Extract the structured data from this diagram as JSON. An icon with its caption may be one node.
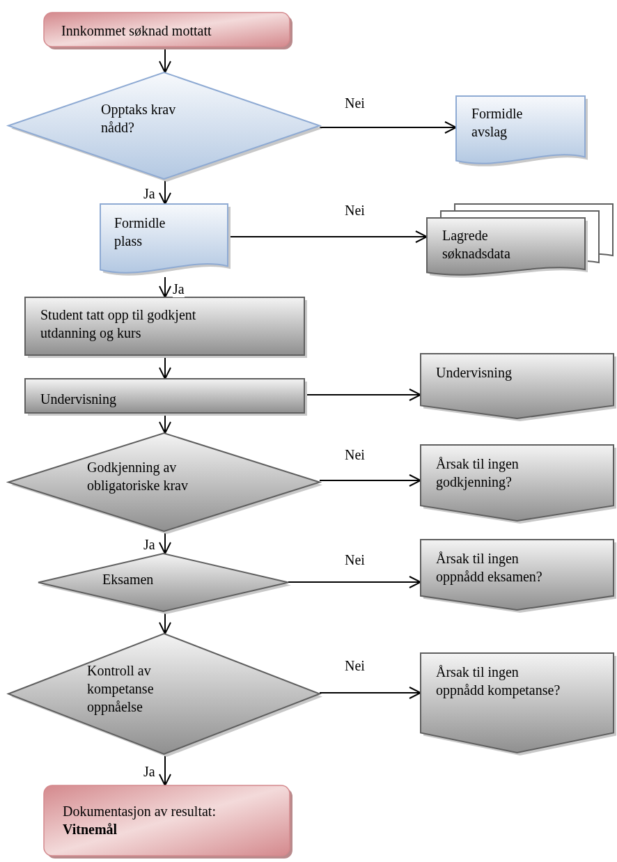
{
  "diagram": {
    "nodes": [
      {
        "text": [
          "Innkommet søknad mottatt"
        ]
      },
      {
        "text": [
          "Opptaks krav nådd?"
        ]
      },
      {
        "text": [
          "Formidle avslag"
        ]
      },
      {
        "text": [
          "Formidle plass"
        ]
      },
      {
        "text": [
          "Lagrede søknadsdata"
        ]
      },
      {
        "text": [
          "Student tatt opp til godkjent utdanning og kurs"
        ]
      },
      {
        "text": [
          "Undervisning"
        ]
      },
      {
        "text": [
          "Undervisning"
        ]
      },
      {
        "text": [
          "Godkjenning av obligatoriske krav"
        ]
      },
      {
        "text": [
          "Årsak til ingen godkjenning?"
        ]
      },
      {
        "text": [
          "Eksamen"
        ]
      },
      {
        "text": [
          "Årsak til ingen oppnådd eksamen?"
        ]
      },
      {
        "text": [
          "Kontroll av kompetanse oppnåelse"
        ]
      },
      {
        "text": [
          "Årsak til ingen oppnådd kompetanse?"
        ]
      },
      {
        "text": [
          "Dokumentasjon av resultat: **Vitnemål**"
        ]
      }
    ],
    "edges": [
      {
        "from": 0,
        "to": 1,
        "arrow": "to"
      },
      {
        "from": 1,
        "to": 2,
        "arrow": "to",
        "label": "Nei"
      },
      {
        "from": 1,
        "to": 3,
        "arrow": "to",
        "label": "Ja"
      },
      {
        "from": 3,
        "to": 4,
        "arrow": "to",
        "label": "Nei"
      },
      {
        "from": 3,
        "to": 5,
        "arrow": "to",
        "label": "Ja"
      },
      {
        "from": 5,
        "to": 6,
        "arrow": "to"
      },
      {
        "from": 6,
        "to": 7,
        "arrow": "to"
      },
      {
        "from": 6,
        "to": 8,
        "arrow": "to"
      },
      {
        "from": 8,
        "to": 9,
        "arrow": "to",
        "label": "Nei"
      },
      {
        "from": 8,
        "to": 10,
        "arrow": "to",
        "label": "Ja"
      },
      {
        "from": 10,
        "to": 11,
        "arrow": "to",
        "label": "Nei"
      },
      {
        "from": 10,
        "to": 12,
        "arrow": "to"
      },
      {
        "from": 12,
        "to": 13,
        "arrow": "to",
        "label": "Nei"
      },
      {
        "from": 12,
        "to": 14,
        "arrow": "to",
        "label": "Ja"
      }
    ]
  }
}
